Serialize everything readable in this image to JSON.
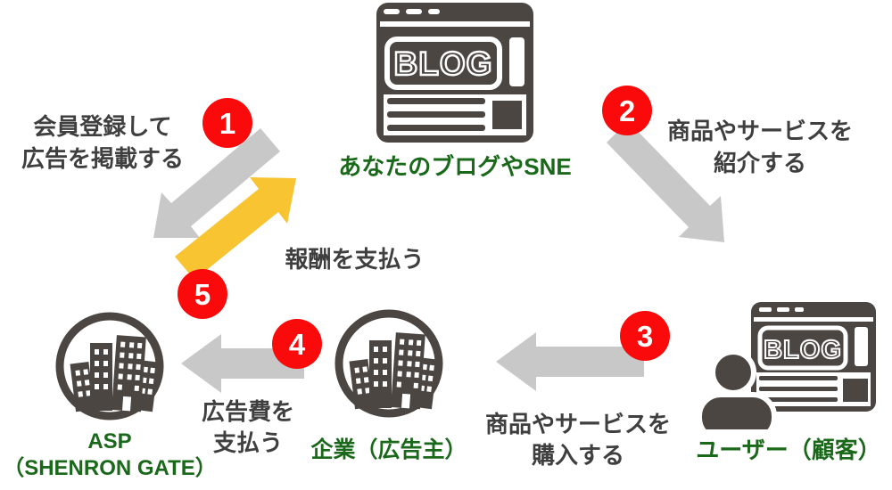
{
  "diagram": {
    "description_domain": "affiliate-flow-diagram"
  },
  "colors": {
    "background": "#ffffff",
    "badge_red": "#fa0a0a",
    "arrow_gray": "#c8c8c8",
    "arrow_yellow": "#f8c431",
    "icon_dark": "#4b4642",
    "step_text_gray": "#3f3f3f",
    "entity_green": "#1a691a"
  },
  "nodes": {
    "blog": {
      "label": "あなたのブログやSNE"
    },
    "asp": {
      "line1": "ASP",
      "line2": "（SHENRON GATE）"
    },
    "company": {
      "label": "企業（広告主）"
    },
    "user": {
      "label": "ユーザー（顧客）"
    }
  },
  "steps": [
    {
      "number": "1",
      "line1": "会員登録して",
      "line2": "広告を掲載する"
    },
    {
      "number": "2",
      "line1": "商品やサービスを",
      "line2": "紹介する"
    },
    {
      "number": "3",
      "line1": "商品やサービスを",
      "line2": "購入する"
    },
    {
      "number": "4",
      "line1": "広告費を",
      "line2": "支払う"
    },
    {
      "number": "5",
      "line1": "報酬を支払う"
    }
  ],
  "icons": {
    "browser_text": "BLOG",
    "blog_icon": "browser-blog-icon",
    "asp_icon": "building-circle-icon",
    "company_icon": "building-circle-icon",
    "user_icon": "user-browser-icon"
  }
}
